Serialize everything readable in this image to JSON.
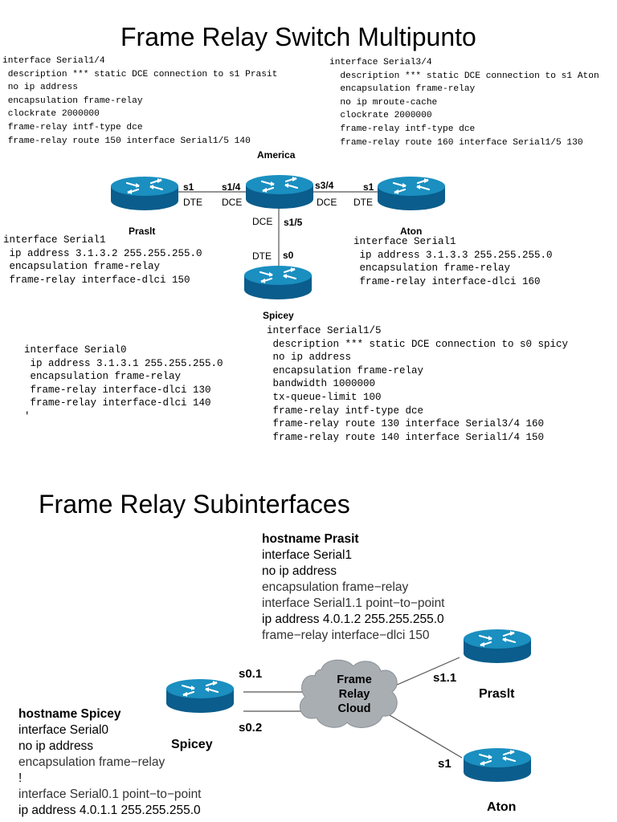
{
  "section1": {
    "title": "Frame Relay Switch Multipunto",
    "america_label": "America",
    "prasit_label": "Praslt",
    "aton_label": "Aton",
    "spicey_label": "Spicey",
    "port_labels": {
      "prasit_s1": "s1",
      "prasit_dte": "DTE",
      "america_s14": "s1/4",
      "america_dce_left": "DCE",
      "america_s34": "s3/4",
      "america_dce_right": "DCE",
      "aton_s1": "s1",
      "aton_dte": "DTE",
      "america_dce_bottom": "DCE",
      "america_s15": "s1/5",
      "spicey_dte": "DTE",
      "spicey_s0": "s0"
    },
    "cfg_america_s14": [
      "interface Serial1/4",
      " description *** static DCE connection to s1 Prasit",
      " no ip address",
      " encapsulation frame-relay",
      " clockrate 2000000",
      " frame-relay intf-type dce",
      " frame-relay route 150 interface Serial1/5 140"
    ],
    "cfg_america_s34": [
      "interface Serial3/4",
      "  description *** static DCE connection to s1 Aton",
      "  encapsulation frame-relay",
      "  no ip mroute-cache",
      "  clockrate 2000000",
      "  frame-relay intf-type dce",
      "  frame-relay route 160 interface Serial1/5 130"
    ],
    "cfg_prasit": [
      "interface Serial1",
      " ip address 3.1.3.2 255.255.255.0",
      " encapsulation frame-relay",
      " frame-relay interface-dlci 150"
    ],
    "cfg_aton": [
      "interface Serial1",
      " ip address 3.1.3.3 255.255.255.0",
      " encapsulation frame-relay",
      " frame-relay interface-dlci 160"
    ],
    "cfg_spicey": [
      "interface Serial0",
      " ip address 3.1.3.1 255.255.255.0",
      " encapsulation frame-relay",
      " frame-relay interface-dlci 130",
      " frame-relay interface-dlci 140",
      "'"
    ],
    "cfg_america_s15": [
      "interface Serial1/5",
      " description *** static DCE connection to s0 spicy",
      " no ip address",
      " encapsulation frame-relay",
      " bandwidth 1000000",
      " tx-queue-limit 100",
      " frame-relay intf-type dce",
      " frame-relay route 130 interface Serial3/4 160",
      " frame-relay route 140 interface Serial1/4 150"
    ]
  },
  "section2": {
    "title": "Frame Relay Subinterfaces",
    "prasit_config": [
      {
        "text": "hostname Prasit",
        "bold": true,
        "color": "#000000"
      },
      {
        "text": "interface Serial1",
        "bold": false,
        "color": "#000000"
      },
      {
        "text": "no ip address",
        "bold": false,
        "color": "#000000"
      },
      {
        "text": "encapsulation frame−relay",
        "bold": false,
        "color": "#333333"
      },
      {
        "text": "interface Serial1.1 point−to−point",
        "bold": false,
        "color": "#333333"
      },
      {
        "text": "ip address 4.0.1.2 255.255.255.0",
        "bold": false,
        "color": "#000000"
      },
      {
        "text": "frame−relay interface−dlci 150",
        "bold": false,
        "color": "#333333"
      }
    ],
    "spicey_config": [
      {
        "text": "hostname Spicey",
        "bold": true,
        "color": "#000000"
      },
      {
        "text": "interface Serial0",
        "bold": false,
        "color": "#000000"
      },
      {
        "text": "no ip address",
        "bold": false,
        "color": "#000000"
      },
      {
        "text": "encapsulation frame−relay",
        "bold": false,
        "color": "#333333"
      },
      {
        "text": "!",
        "bold": false,
        "color": "#000000"
      },
      {
        "text": "interface Serial0.1 point−to−point",
        "bold": false,
        "color": "#333333"
      },
      {
        "text": "ip address 4.0.1.1 255.255.255.0",
        "bold": false,
        "color": "#000000"
      }
    ],
    "cloud_label": [
      "Frame",
      "Relay",
      "Cloud"
    ],
    "spicey_label": "Spicey",
    "prasit_label": "Praslt",
    "aton_label": "Aton",
    "port_s01": "s0.1",
    "port_s02": "s0.2",
    "port_s11": "s1.1",
    "port_s1": "s1"
  },
  "colors": {
    "router_top": "#1a8fc0",
    "router_side": "#0a5d8c",
    "cloud": "#a9aeb3",
    "line": "#555555"
  }
}
